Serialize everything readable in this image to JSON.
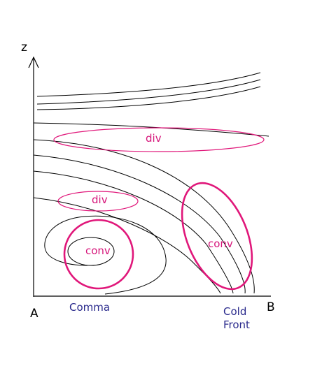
{
  "axes": {
    "vertical": "z",
    "left_end": "A",
    "right_end": "B"
  },
  "locations": {
    "comma": "Comma",
    "cold_front_line1": "Cold",
    "cold_front_line2": "Front"
  },
  "regions": {
    "upper_div": "div",
    "lower_div": "div",
    "comma_conv": "conv",
    "front_conv": "conv"
  },
  "colors": {
    "line": "#000000",
    "region_outline": "#e0177a",
    "region_text": "#d6157a",
    "location_text": "#2a2a8c"
  }
}
